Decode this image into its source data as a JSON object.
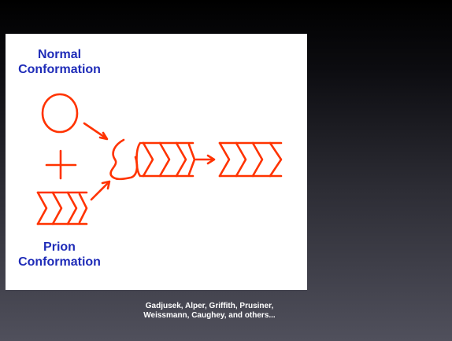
{
  "slide": {
    "normal_label_line1": "Normal",
    "normal_label_line2": "Conformation",
    "prion_label_line1": "Prion",
    "prion_label_line2": "Conformation",
    "caption_line1": "Gadjusek, Alper, Griffith, Prusiner,",
    "caption_line2": "Weissmann, Caughey, and others..."
  },
  "colors": {
    "drawing": "#ff3300",
    "label": "#1f2cb8",
    "caption": "#ffffff",
    "panel": "#ffffff"
  },
  "icons": {
    "normal_protein": "circle",
    "combine": "plus",
    "prion_protein": "chevron-stack",
    "misfolding": "arrow"
  }
}
